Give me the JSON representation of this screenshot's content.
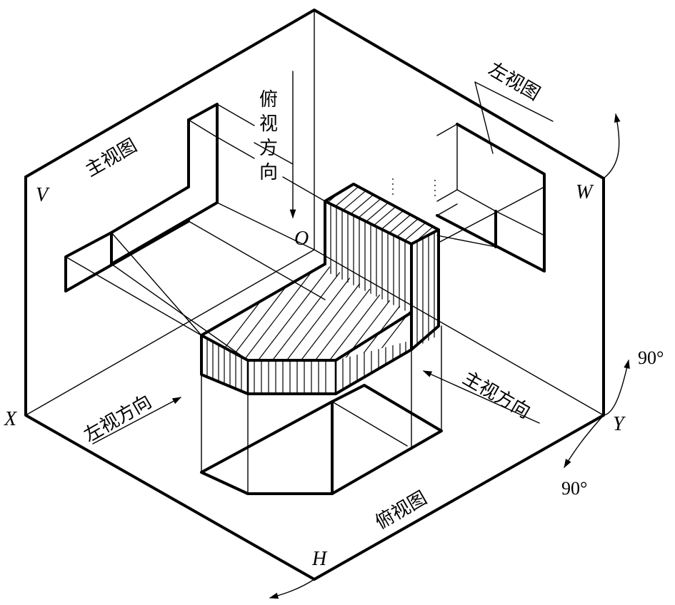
{
  "labels": {
    "front_view": "主视图",
    "left_view": "左视图",
    "top_view": "俯视图",
    "top_direction": [
      "俯",
      "视",
      "方",
      "向"
    ],
    "front_direction": "主视方向",
    "left_direction": "左视方向"
  },
  "axes": {
    "V": "V",
    "W": "W",
    "H": "H",
    "O": "O",
    "X": "X",
    "Y": "Y"
  },
  "rotations": {
    "upper": "90°",
    "lower": "90°"
  }
}
